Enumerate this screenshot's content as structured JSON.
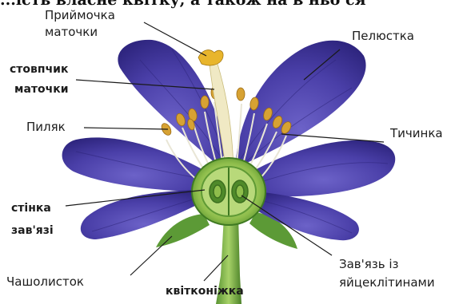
{
  "caption_partial": "...ість власне квітку, а також на в ньо ся",
  "labels": {
    "stigma": [
      "Приймочка",
      "маточки"
    ],
    "style": [
      "стовпчик",
      "маточки"
    ],
    "petal": "Пелюстка",
    "anther": "Пиляк",
    "stamen": "Тичинка",
    "ovary_wall": [
      "стінка",
      "зав'язі"
    ],
    "sepal": "Чашолисток",
    "pedicel": "квітконіжка",
    "ovary": [
      "Зав'язь із",
      "яйцеклітинами"
    ]
  },
  "colors": {
    "petal": "#4a3fa8",
    "petal_dark": "#2f2680",
    "green": "#5f9a35",
    "anther": "#d7a233",
    "stigma": "#e8b52c"
  }
}
